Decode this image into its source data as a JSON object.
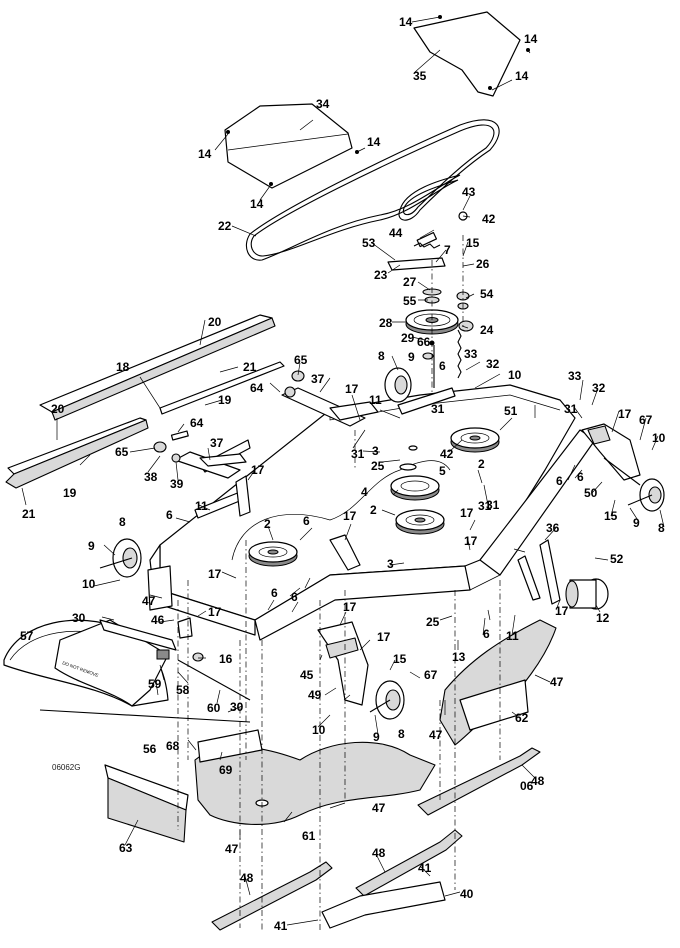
{
  "drawing_code": "06062G",
  "guard_decal_text": "DO NOT REMOVE",
  "callouts": [
    "14",
    "14",
    "35",
    "14",
    "34",
    "14",
    "14",
    "14",
    "22",
    "43",
    "42",
    "44",
    "53",
    "7",
    "15",
    "23",
    "26",
    "27",
    "54",
    "55",
    "28",
    "24",
    "29",
    "66",
    "9",
    "33",
    "3",
    "32",
    "10",
    "6",
    "31",
    "20",
    "18",
    "21",
    "19",
    "65",
    "37",
    "64",
    "17",
    "8",
    "11",
    "31",
    "20",
    "19",
    "21",
    "64",
    "65",
    "38",
    "39",
    "37",
    "17",
    "11",
    "6",
    "42",
    "25",
    "5",
    "4",
    "2",
    "51",
    "2",
    "31",
    "17",
    "17",
    "6",
    "2",
    "17",
    "3",
    "31",
    "9",
    "8",
    "10",
    "47",
    "17",
    "6",
    "6",
    "46",
    "17",
    "30",
    "57",
    "59",
    "58",
    "16",
    "60",
    "30",
    "56",
    "68",
    "69",
    "17",
    "45",
    "49",
    "15",
    "67",
    "10",
    "9",
    "8",
    "6",
    "25",
    "13",
    "47",
    "47",
    "62",
    "17",
    "36",
    "52",
    "12",
    "11",
    "6",
    "17",
    "31",
    "33",
    "32",
    "17",
    "67",
    "10",
    "6",
    "50",
    "15",
    "9",
    "8",
    "63",
    "61",
    "47",
    "47",
    "48",
    "48",
    "41",
    "40",
    "48",
    "41",
    "06"
  ]
}
